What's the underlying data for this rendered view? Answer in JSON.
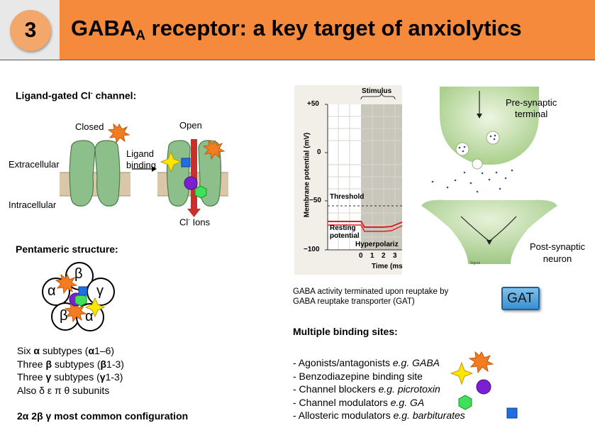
{
  "header": {
    "number": "3",
    "title_main": "GABA",
    "title_sub": "A",
    "title_rest": " receptor: a key target of anxiolytics"
  },
  "channel": {
    "heading": "Ligand-gated Cl",
    "heading_sup": "-",
    "heading_end": " channel:",
    "closed": "Closed",
    "open": "Open",
    "extracellular": "Extracellular",
    "intracellular": "Intracellular",
    "ligand": "Ligand",
    "binding": "binding",
    "ions_a": "Cl",
    "ions_sup": "-",
    "ions_b": " Ions"
  },
  "pentamer": {
    "heading": "Pentameric structure:",
    "subunits": [
      "β",
      "γ",
      "α",
      "β",
      "α"
    ]
  },
  "subtypes": [
    {
      "pre": "Six ",
      "sym": "α",
      "post": " subtypes (",
      "sym2": "α",
      "end": "1–6)"
    },
    {
      "pre": "Three ",
      "sym": "β",
      "post": " subtypes (",
      "sym2": "β",
      "end": "1-3)"
    },
    {
      "pre": "Three ",
      "sym": "γ",
      "post": " subtypes (",
      "sym2": "γ",
      "end": "1-3)"
    }
  ],
  "also": "Also δ ε π θ subunits",
  "config": "2α 2β γ most common configuration",
  "graph": {
    "stimulus": "Stimulus",
    "ylabel": "Membrane potential (mV)",
    "yticks": [
      "+50",
      "0",
      "−50",
      "−100"
    ],
    "xticks": [
      "0",
      "1",
      "2",
      "3"
    ],
    "xlabel": "Time (ms",
    "threshold": "Threshold",
    "resting_1": "Resting",
    "resting_2": "potential",
    "hyper": "Hyperpolariz"
  },
  "synapse": {
    "pre_1": "Pre-synaptic",
    "pre_2": "terminal",
    "post_1": "Post-synaptic",
    "post_2": "neuron",
    "signal": "Signal"
  },
  "reuptake": {
    "line1": "GABA activity terminated upon reuptake by",
    "line2": "GABA reuptake transporter (GAT)",
    "gat": "GAT"
  },
  "binding_sites": {
    "heading": "Multiple binding sites:",
    "items": [
      {
        "text": "- Agonists/antagonists ",
        "ex": "e.g. GABA"
      },
      {
        "text": "- Benzodiazepine binding site",
        "ex": ""
      },
      {
        "text": "- Channel blockers ",
        "ex": "e.g. picrotoxin"
      },
      {
        "text": "- Channel modulators ",
        "ex": "e.g. GA"
      },
      {
        "text": "- Allosteric modulators ",
        "ex": "e.g. barbiturates"
      }
    ]
  },
  "colors": {
    "header": "#f58a3c",
    "circle": "#f4a76a",
    "receptor": "#8dbf8a",
    "membrane": "#d9c7a8",
    "star_orange": "#f47c20",
    "star_yellow": "#ffe600",
    "purple": "#7a1fd1",
    "green_hex": "#3fe05a",
    "blue_square": "#1f6fe0",
    "trace_red": "#e02020",
    "synapse_green": "#cfe4b8"
  }
}
